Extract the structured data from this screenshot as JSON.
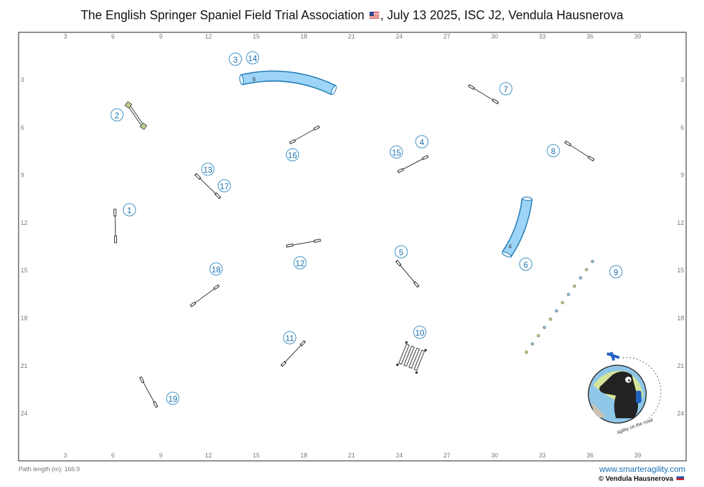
{
  "header": {
    "title_part1": "The English Springer Spaniel Field Trial Association",
    "title_part2": ", July 13 2025, ISC J2, Vendula Hausnerova",
    "flag_icon": "us-flag-icon"
  },
  "axes": {
    "x_ticks": [
      "3",
      "6",
      "9",
      "12",
      "15",
      "18",
      "21",
      "24",
      "27",
      "30",
      "33",
      "36",
      "39"
    ],
    "y_ticks": [
      "3",
      "6",
      "9",
      "12",
      "15",
      "18",
      "21",
      "24"
    ],
    "unit": "m"
  },
  "course": {
    "numbers": [
      "1",
      "2",
      "3",
      "14",
      "4",
      "15",
      "5",
      "6",
      "7",
      "8",
      "9",
      "10",
      "11",
      "12",
      "13",
      "16",
      "17",
      "18",
      "19"
    ],
    "tunnel_labels": {
      "top_tunnel": "6",
      "right_tunnel": "4"
    }
  },
  "logo": {
    "text": "agility on the road"
  },
  "footer": {
    "path_length": "Path length (m): 166.9",
    "website": "www.smarteragility.com",
    "copyright": "© Vendula Hausnerova"
  },
  "colors": {
    "accent": "#1a6fb0",
    "tunnel": "#9dd4f7",
    "frame": "#444444"
  }
}
